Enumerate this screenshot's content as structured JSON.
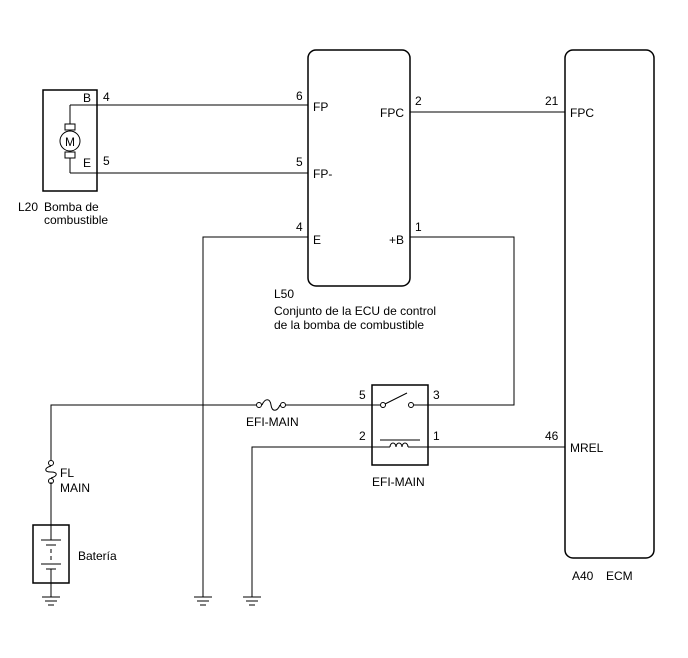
{
  "fuel_pump": {
    "id": "L20",
    "name_line1": "Bomba de",
    "name_line2": "combustible",
    "motor_symbol": "M",
    "pin_b_label": "B",
    "pin_b_num": "4",
    "pin_e_label": "E",
    "pin_e_num": "5"
  },
  "pump_ecu": {
    "id": "L50",
    "name_line1": "Conjunto de la ECU de control",
    "name_line2": "de la bomba de combustible",
    "fp_num": "6",
    "fp_label": "FP",
    "fpm_num": "5",
    "fpm_label": "FP-",
    "e_num": "4",
    "e_label": "E",
    "fpc_num": "2",
    "fpc_label": "FPC",
    "b_num": "1",
    "b_label": "+B"
  },
  "ecm": {
    "id": "A40",
    "name": "ECM",
    "fpc_num": "21",
    "fpc_label": "FPC",
    "mrel_num": "46",
    "mrel_label": "MREL"
  },
  "relay": {
    "name": "EFI-MAIN",
    "pin5": "5",
    "pin3": "3",
    "pin2": "2",
    "pin1": "1"
  },
  "fuse_efi": {
    "name": "EFI-MAIN"
  },
  "fuse_fl": {
    "line1": "FL",
    "line2": "MAIN"
  },
  "battery": {
    "name": "Batería"
  }
}
